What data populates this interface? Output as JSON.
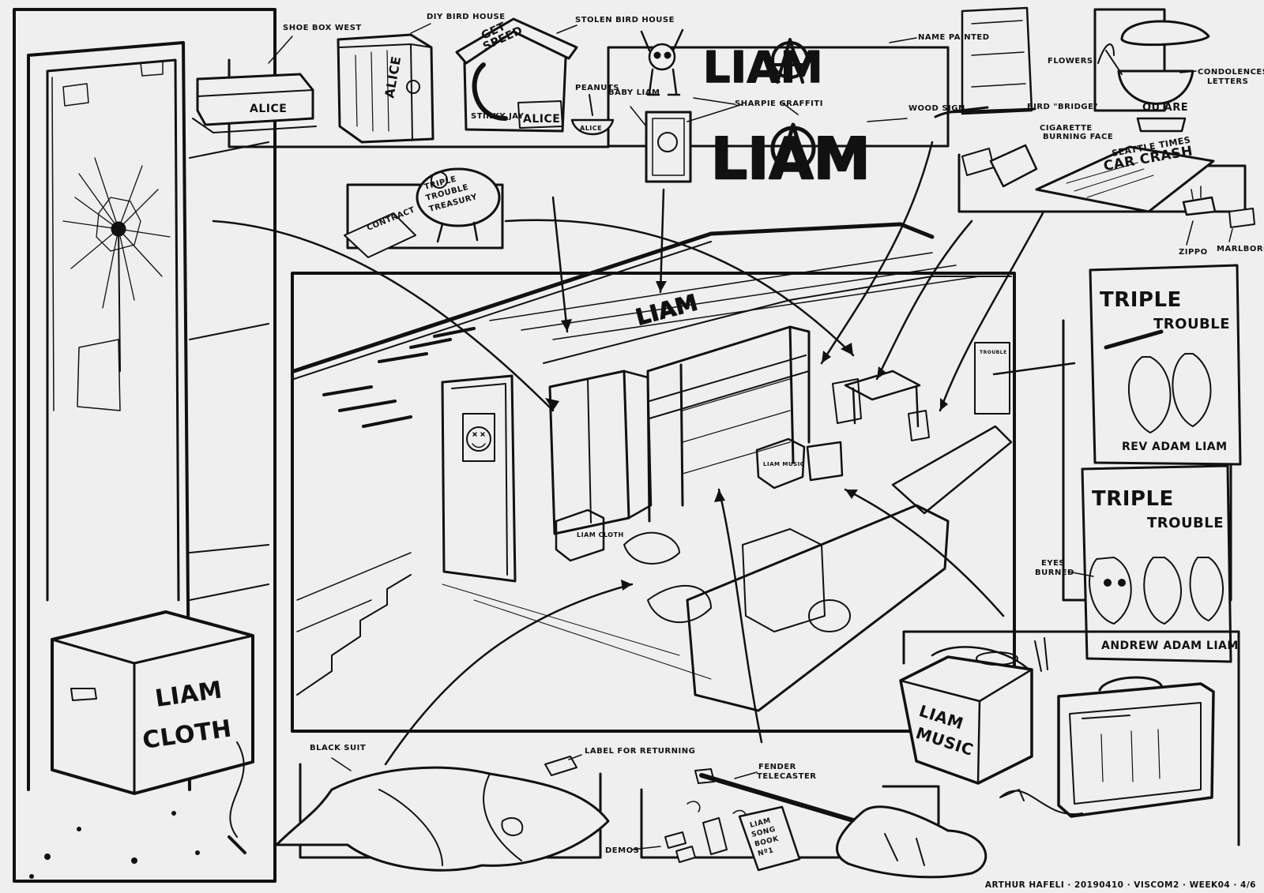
{
  "door": {
    "box_label_line1": "LIAM",
    "box_label_line2": "CLOTH"
  },
  "props": {
    "shoe_box_west": {
      "label": "SHOE BOX WEST",
      "text": "ALICE"
    },
    "diy_bird_house": {
      "label": "DIY BIRD HOUSE",
      "text": "ALICE"
    },
    "stolen_bird_house": {
      "label": "STOLEN BIRD HOUSE",
      "sign_line1": "GET",
      "sign_line2": "SPEED",
      "sub_text": "STINKY JAY",
      "text": "ALICE"
    },
    "peanuts": {
      "label": "PEANUTS",
      "text": "ALICE"
    },
    "name_painted": {
      "label": "NAME PAINTED",
      "text": "LIAM"
    },
    "wood_sign": {
      "label": "WOOD SIGN",
      "text": "LIAM"
    },
    "sharpie_graffiti": {
      "label": "SHARPIE GRAFFITI"
    },
    "baby_liam": {
      "label": "BABY LIAM"
    },
    "bird_bridge": {
      "label": "BIRD \"BRIDGE\""
    },
    "cigarette_burning_face": {
      "label_line1": "CIGARETTE",
      "label_line2": "BURNING FACE"
    },
    "flowers": {
      "label": "FLOWERS"
    },
    "condolences_letters": {
      "label_line1": "CONDOLENCES",
      "label_line2": "LETTERS"
    },
    "urn_text": "OU ARE",
    "newspaper": {
      "line1": "SEATTLE TIMES",
      "line2": "CAR CRASH"
    },
    "zippo": {
      "label": "ZIPPO"
    },
    "marlboro": {
      "label": "MARLBORO"
    },
    "piggy_bank": {
      "line1": "TRIPLE",
      "line2": "TROUBLE",
      "line3": "TREASURY"
    },
    "contract": {
      "label": "CONTRACT"
    },
    "black_suit": {
      "label": "BLACK SUIT"
    },
    "label_for_returning": {
      "label": "LABEL FOR RETURNING"
    },
    "fender": {
      "label_line1": "FENDER",
      "label_line2": "TELECASTER"
    },
    "demos": {
      "label": "DEMOS"
    },
    "songbook": {
      "line1": "LIAM",
      "line2": "SONG",
      "line3": "BOOK",
      "line4": "Nº1"
    },
    "music_box": {
      "line1": "LIAM",
      "line2": "MUSIC"
    },
    "eyes_burned": {
      "label_line1": "EYES",
      "label_line2": "BURNED"
    }
  },
  "posters": [
    {
      "title": "TRIPLE",
      "subtitle": "TROUBLE",
      "footer": "REV ADAM LIAM"
    },
    {
      "title": "TRIPLE",
      "subtitle": "TROUBLE",
      "footer": "ANDREW ADAM LIAM"
    }
  ],
  "room": {
    "wall_name": "LIAM",
    "door_smiley": "SMILE",
    "box_clothes": "LIAM CLOTH",
    "box_music": "LIAM MUSIC",
    "desk_label": "TROUBLE"
  },
  "credit": "ARTHUR HAFELI · 20190410 · VISCOM2 · WEEK04 · 4/6"
}
